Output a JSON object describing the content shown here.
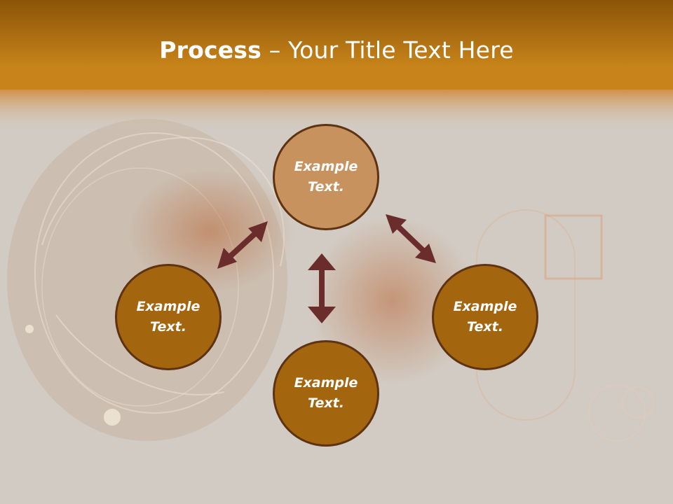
{
  "slide": {
    "title_bold": "Process",
    "title_dash": " – ",
    "title_rest": "Your Title Text Here"
  },
  "nodes": [
    {
      "id": "top",
      "line1": "Example",
      "line2": "Text.",
      "fill": "#c8925e"
    },
    {
      "id": "left",
      "line1": "Example",
      "line2": "Text.",
      "fill": "#a4650f"
    },
    {
      "id": "right",
      "line1": "Example",
      "line2": "Text.",
      "fill": "#a4650f"
    },
    {
      "id": "bottom",
      "line1": "Example",
      "line2": "Text.",
      "fill": "#a4650f"
    }
  ],
  "colors": {
    "header_top": "#8a5408",
    "header_bottom": "#c8841a",
    "arrow": "#6b2c2c",
    "node_border": "#5e3312"
  }
}
